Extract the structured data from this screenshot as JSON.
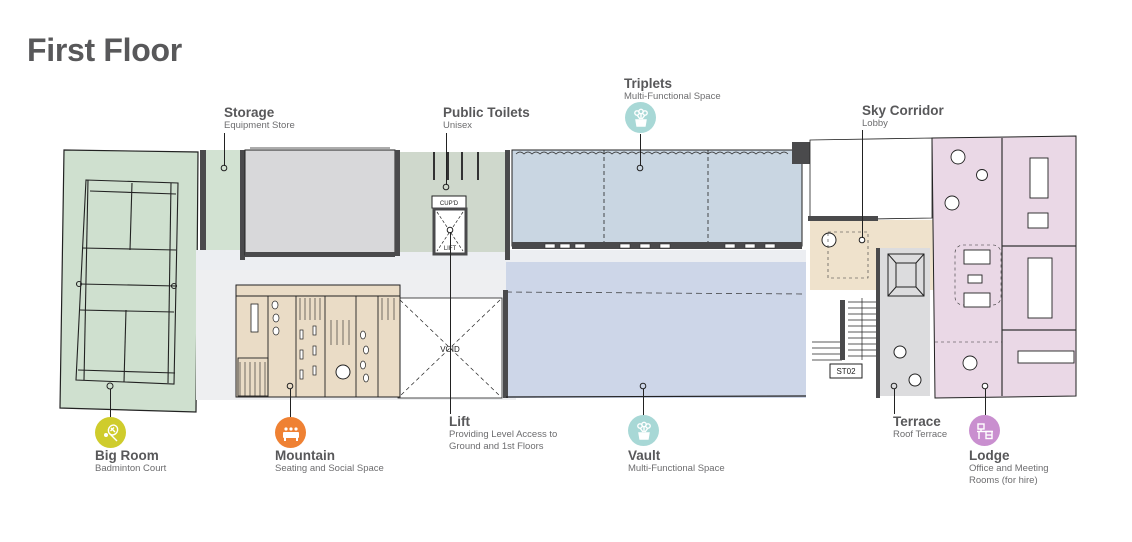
{
  "page": {
    "title": "First Floor"
  },
  "colors": {
    "title_text": "#58585a",
    "big_room_icon": "#cfcc2c",
    "mountain_icon": "#ef8133",
    "triplets_icon": "#a8d8d6",
    "vault_icon": "#a8d8d6",
    "lodge_icon": "#c98fcf",
    "big_room_fill": "#cfe0cf",
    "storage_fill": "#d2e2d2",
    "equipment_room_fill": "#d8d8da",
    "toilets_fill": "#cfd8cc",
    "triplets_fill": "#c9d6e2",
    "vault_fill": "#cdd6e8",
    "mountain_fill": "#eadcc6",
    "sky_corridor_fill": "#efe2cc",
    "terrace_fill": "#dcdcde",
    "lodge_fill": "#ead8e6",
    "wall": "#4a4a4c"
  },
  "rooms": [
    {
      "id": "storage",
      "name": "Storage",
      "subtitle": "Equipment Store",
      "icon": null
    },
    {
      "id": "public-toilets",
      "name": "Public Toilets",
      "subtitle": "Unisex",
      "icon": null
    },
    {
      "id": "triplets",
      "name": "Triplets",
      "subtitle": "Multi-Functional Space",
      "icon": "flowers-box-icon"
    },
    {
      "id": "sky-corridor",
      "name": "Sky Corridor",
      "subtitle": "Lobby",
      "icon": null
    },
    {
      "id": "big-room",
      "name": "Big Room",
      "subtitle": "Badminton Court",
      "icon": "badminton-racket-icon"
    },
    {
      "id": "mountain",
      "name": "Mountain",
      "subtitle": "Seating and Social Space",
      "icon": "seating-icon"
    },
    {
      "id": "lift",
      "name": "Lift",
      "subtitle": "Providing Level Access to",
      "subtitle2": "Ground and 1st Floors",
      "icon": null
    },
    {
      "id": "vault",
      "name": "Vault",
      "subtitle": "Multi-Functional Space",
      "icon": "flowers-box-icon"
    },
    {
      "id": "terrace",
      "name": "Terrace",
      "subtitle": "Roof Terrace",
      "icon": null
    },
    {
      "id": "lodge",
      "name": "Lodge",
      "subtitle": "Office and Meeting",
      "subtitle2": "Rooms (for hire)",
      "icon": "desk-icon"
    }
  ],
  "plan_annotations": {
    "lift_sign": "LIFT",
    "void_sign": "VOID",
    "stair_sign": "ST02",
    "cupboard_sign": "CUP'D"
  }
}
